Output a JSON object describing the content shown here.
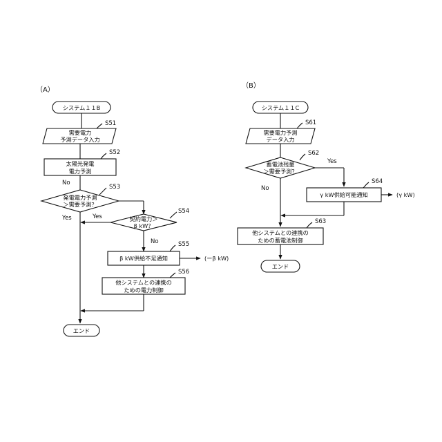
{
  "panelA": {
    "label": "（A）",
    "start": "システム１１B",
    "s51": {
      "step": "S51",
      "lines": [
        "需要電力",
        "予測データ入力"
      ]
    },
    "s52": {
      "step": "S52",
      "lines": [
        "太陽光発電",
        "電力予測"
      ]
    },
    "s53": {
      "step": "S53",
      "lines": [
        "発電電力予測",
        "＞需要予測？"
      ]
    },
    "s54": {
      "step": "S54",
      "lines": [
        "契約電力＞",
        "β kW？"
      ]
    },
    "s55": {
      "step": "S55",
      "lines": [
        "β kW供給不足通知"
      ]
    },
    "s56": {
      "step": "S56",
      "lines": [
        "他システムとの連携の",
        "ための電力制御"
      ]
    },
    "s55_out": "(ーβ kW)",
    "yes_s53": "Yes",
    "no_s53": "No",
    "yes_s54": "Yes",
    "no_s54": "No",
    "end": "エンド"
  },
  "panelB": {
    "label": "（B）",
    "start": "システム１１C",
    "s61": {
      "step": "S61",
      "lines": [
        "需要電力予測",
        "データ入力"
      ]
    },
    "s62": {
      "step": "S62",
      "lines": [
        "蓄電池残量",
        "＞需要予測？"
      ]
    },
    "s64": {
      "step": "S64",
      "lines": [
        "γ kW供給可能通知"
      ]
    },
    "s63": {
      "step": "S63",
      "lines": [
        "他システムとの連携の",
        "ための蓄電池制御"
      ]
    },
    "s64_out": "(γ kW)",
    "yes_s62": "Yes",
    "no_s62": "No",
    "end": "エンド"
  }
}
